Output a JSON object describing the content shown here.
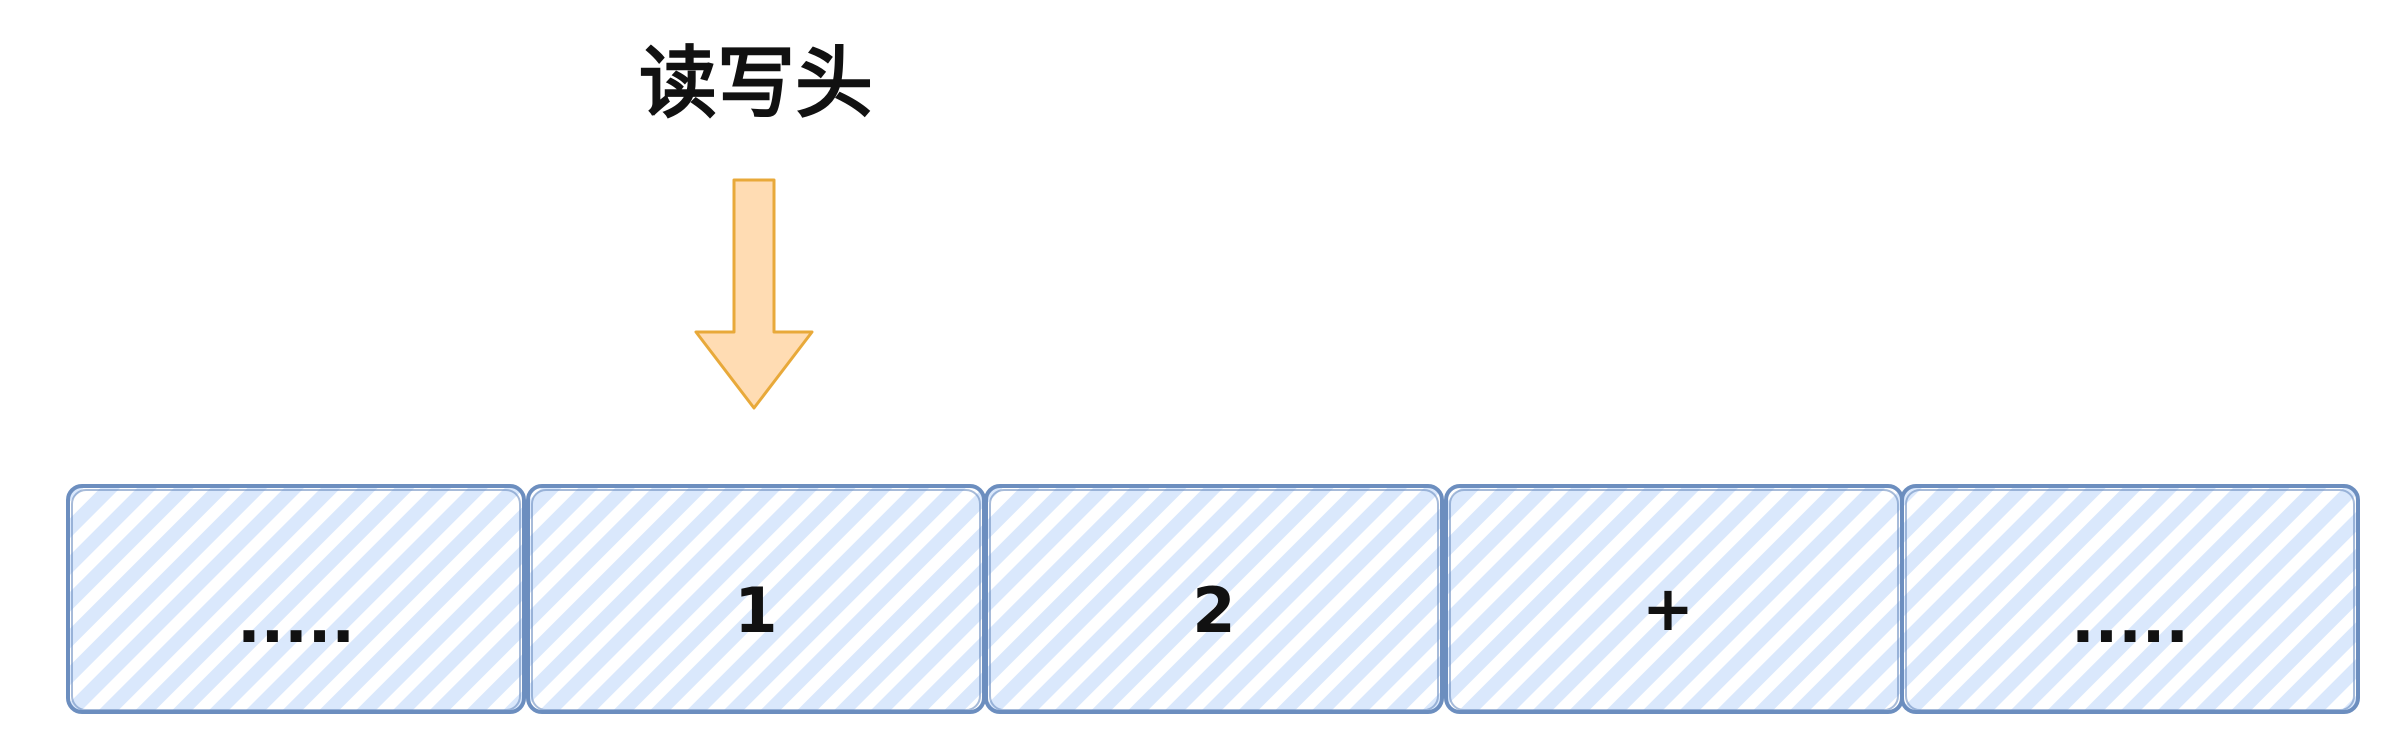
{
  "head": {
    "label": "读写头",
    "arrow_fill": "#ffdcb3",
    "arrow_stroke": "#e8a93a"
  },
  "tape": {
    "fill": "#dae8fc",
    "hatch": "#bcd3f5",
    "stroke": "#6c8ebf",
    "cells": [
      {
        "label": "....."
      },
      {
        "label": "1"
      },
      {
        "label": "2"
      },
      {
        "label": "+"
      },
      {
        "label": "....."
      }
    ]
  }
}
